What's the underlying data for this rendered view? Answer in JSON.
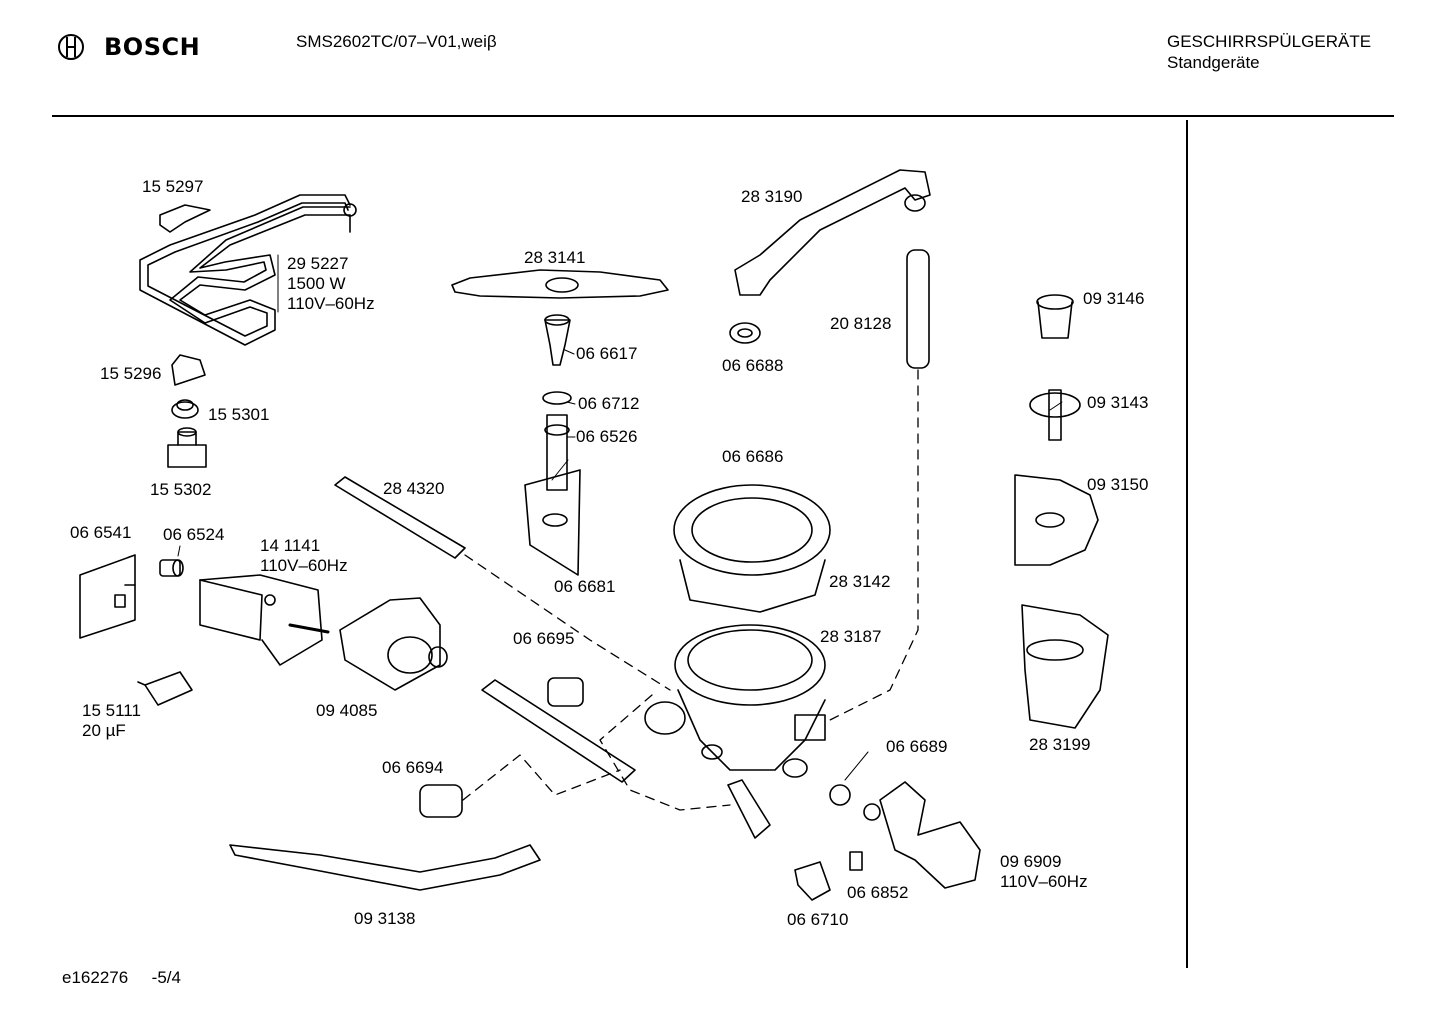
{
  "header": {
    "brand": "BOSCH",
    "model": "SMS2602TC/07–V01,weiβ",
    "category_line1": "GESCHIRRSPÜLGERÄTE",
    "category_line2": "Standgeräte"
  },
  "footer": {
    "doc_id": "e162276",
    "page": "-5/4"
  },
  "parts": [
    {
      "key": "p155297",
      "lines": [
        "15 5297"
      ]
    },
    {
      "key": "p295227",
      "lines": [
        "29 5227",
        "1500 W",
        "110V–60Hz"
      ]
    },
    {
      "key": "p155296",
      "lines": [
        "15 5296"
      ]
    },
    {
      "key": "p155301",
      "lines": [
        "15 5301"
      ]
    },
    {
      "key": "p155302",
      "lines": [
        "15 5302"
      ]
    },
    {
      "key": "p066541",
      "lines": [
        "06 6541"
      ]
    },
    {
      "key": "p066524",
      "lines": [
        "06 6524"
      ]
    },
    {
      "key": "p141141",
      "lines": [
        "14 1141",
        "110V–60Hz"
      ]
    },
    {
      "key": "p155111",
      "lines": [
        "15 5111",
        "20 µF"
      ]
    },
    {
      "key": "p094085",
      "lines": [
        "09 4085"
      ]
    },
    {
      "key": "p284320",
      "lines": [
        "28 4320"
      ]
    },
    {
      "key": "p283141",
      "lines": [
        "28 3141"
      ]
    },
    {
      "key": "p066617",
      "lines": [
        "06 6617"
      ]
    },
    {
      "key": "p066712",
      "lines": [
        "06 6712"
      ]
    },
    {
      "key": "p066526",
      "lines": [
        "06 6526"
      ]
    },
    {
      "key": "p066681",
      "lines": [
        "06 6681"
      ]
    },
    {
      "key": "p066695",
      "lines": [
        "06 6695"
      ]
    },
    {
      "key": "p066694",
      "lines": [
        "06 6694"
      ]
    },
    {
      "key": "p093138",
      "lines": [
        "09 3138"
      ]
    },
    {
      "key": "p283190",
      "lines": [
        "28 3190"
      ]
    },
    {
      "key": "p066688",
      "lines": [
        "06 6688"
      ]
    },
    {
      "key": "p208128",
      "lines": [
        "20 8128"
      ]
    },
    {
      "key": "p066686",
      "lines": [
        "06 6686"
      ]
    },
    {
      "key": "p283142",
      "lines": [
        "28 3142"
      ]
    },
    {
      "key": "p283187",
      "lines": [
        "28 3187"
      ]
    },
    {
      "key": "p066689",
      "lines": [
        "06 6689"
      ]
    },
    {
      "key": "p096909",
      "lines": [
        "09 6909",
        "110V–60Hz"
      ]
    },
    {
      "key": "p066852",
      "lines": [
        "06 6852"
      ]
    },
    {
      "key": "p066710",
      "lines": [
        "06 6710"
      ]
    },
    {
      "key": "p093146",
      "lines": [
        "09 3146"
      ]
    },
    {
      "key": "p093143",
      "lines": [
        "09 3143"
      ]
    },
    {
      "key": "p093150",
      "lines": [
        "09 3150"
      ]
    },
    {
      "key": "p283199",
      "lines": [
        "28 3199"
      ]
    }
  ]
}
